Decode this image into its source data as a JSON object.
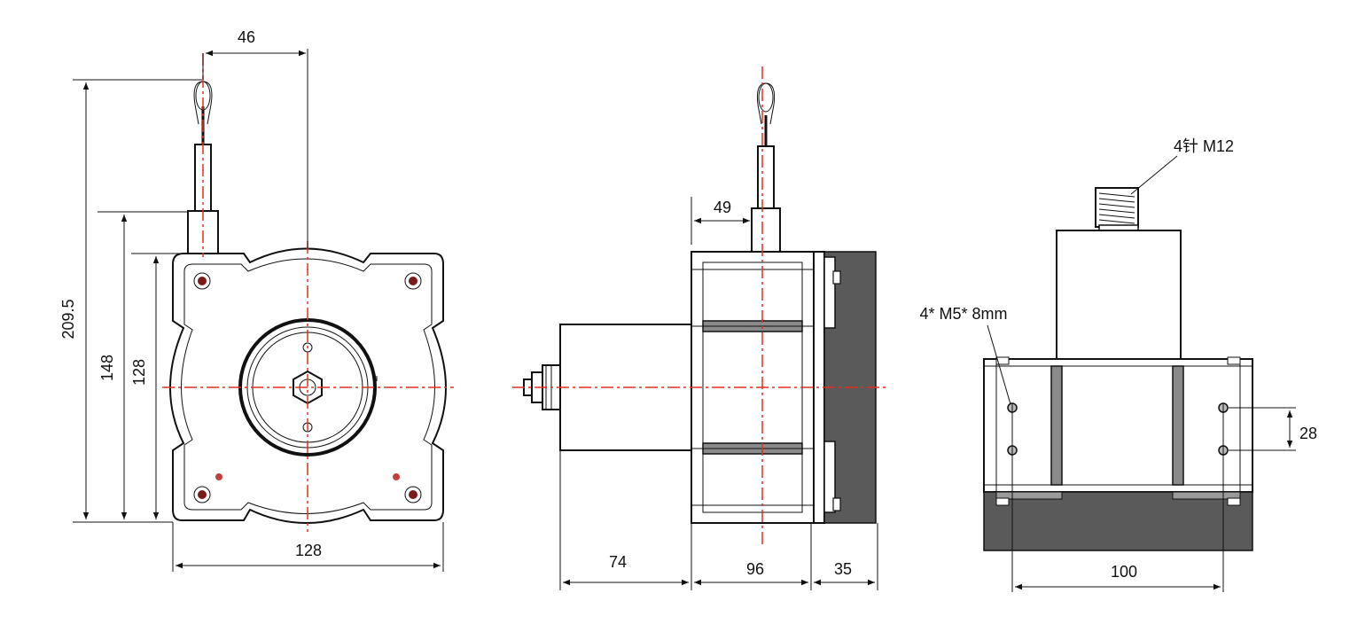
{
  "dimensions": {
    "front_width_top": "46",
    "front_height_total": "209.5",
    "front_height_body": "148",
    "front_height_flange": "128",
    "front_width_bottom": "128",
    "side_offset": "49",
    "side_length_1": "74",
    "side_length_2": "96",
    "side_length_3": "35",
    "right_hole_spacing": "28",
    "right_width": "100"
  },
  "labels": {
    "connector": "4针 M12",
    "holes": "4* M5* 8mm"
  },
  "colors": {
    "line": "#111111",
    "centerline": "#e0301e",
    "dark_fill": "#5a5a5a",
    "background": "#ffffff"
  }
}
